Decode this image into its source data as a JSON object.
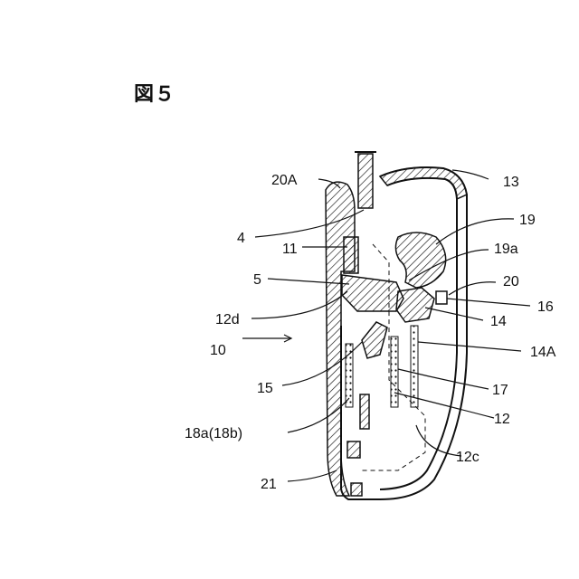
{
  "figure": {
    "title": "図５"
  },
  "labels": {
    "l_20A": "20A",
    "l_13": "13",
    "l_4": "4",
    "l_19": "19",
    "l_11": "11",
    "l_19a": "19a",
    "l_5": "5",
    "l_20": "20",
    "l_16": "16",
    "l_12d": "12d",
    "l_14": "14",
    "l_10": "10",
    "l_14A": "14A",
    "l_15": "15",
    "l_17": "17",
    "l_12": "12",
    "l_18a": "18a(18b)",
    "l_12c": "12c",
    "l_21": "21"
  },
  "colors": {
    "ink": "#111111",
    "background": "#ffffff"
  }
}
